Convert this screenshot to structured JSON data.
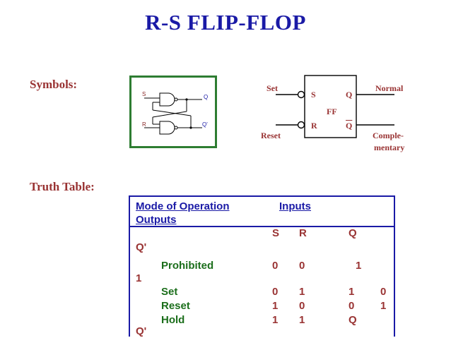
{
  "title": "R-S FLIP-FLOP",
  "symbols_label": "Symbols:",
  "truth_table_label": "Truth Table:",
  "gate_symbol": {
    "s_label": "S",
    "r_label": "R",
    "q_label": "Q",
    "qprime_label": "Q'"
  },
  "ff_block": {
    "set_label": "Set",
    "reset_label": "Reset",
    "normal_label": "Normal",
    "comple_label_1": "Comple-",
    "comple_label_2": "mentary",
    "s_pin": "S",
    "r_pin": "R",
    "q_pin": "Q",
    "qbar_pin": "Q",
    "ff_label": "FF"
  },
  "truth_table": {
    "header_mode": "Mode of Operation",
    "header_inputs": "Inputs",
    "header_outputs": "Outputs",
    "col_s": "S",
    "col_r": "R",
    "col_q": "Q",
    "col_qprime": "Q'",
    "rows": [
      {
        "mode": "Prohibited",
        "s": "0",
        "r": "0",
        "q": "1",
        "qprime": "1"
      },
      {
        "mode": "Set",
        "s": "0",
        "r": "1",
        "q": "1",
        "qprime": "0"
      },
      {
        "mode": "Reset",
        "s": "1",
        "r": "0",
        "q": "0",
        "qprime": "1"
      },
      {
        "mode": "Hold",
        "s": "1",
        "r": "1",
        "q": "Q",
        "qprime": "Q'"
      }
    ]
  },
  "colors": {
    "title": "#1a1aa6",
    "label": "#993333",
    "frame": "#2e7d32",
    "table_border": "#1a1aa6",
    "mode_text": "#1b6e1b"
  }
}
